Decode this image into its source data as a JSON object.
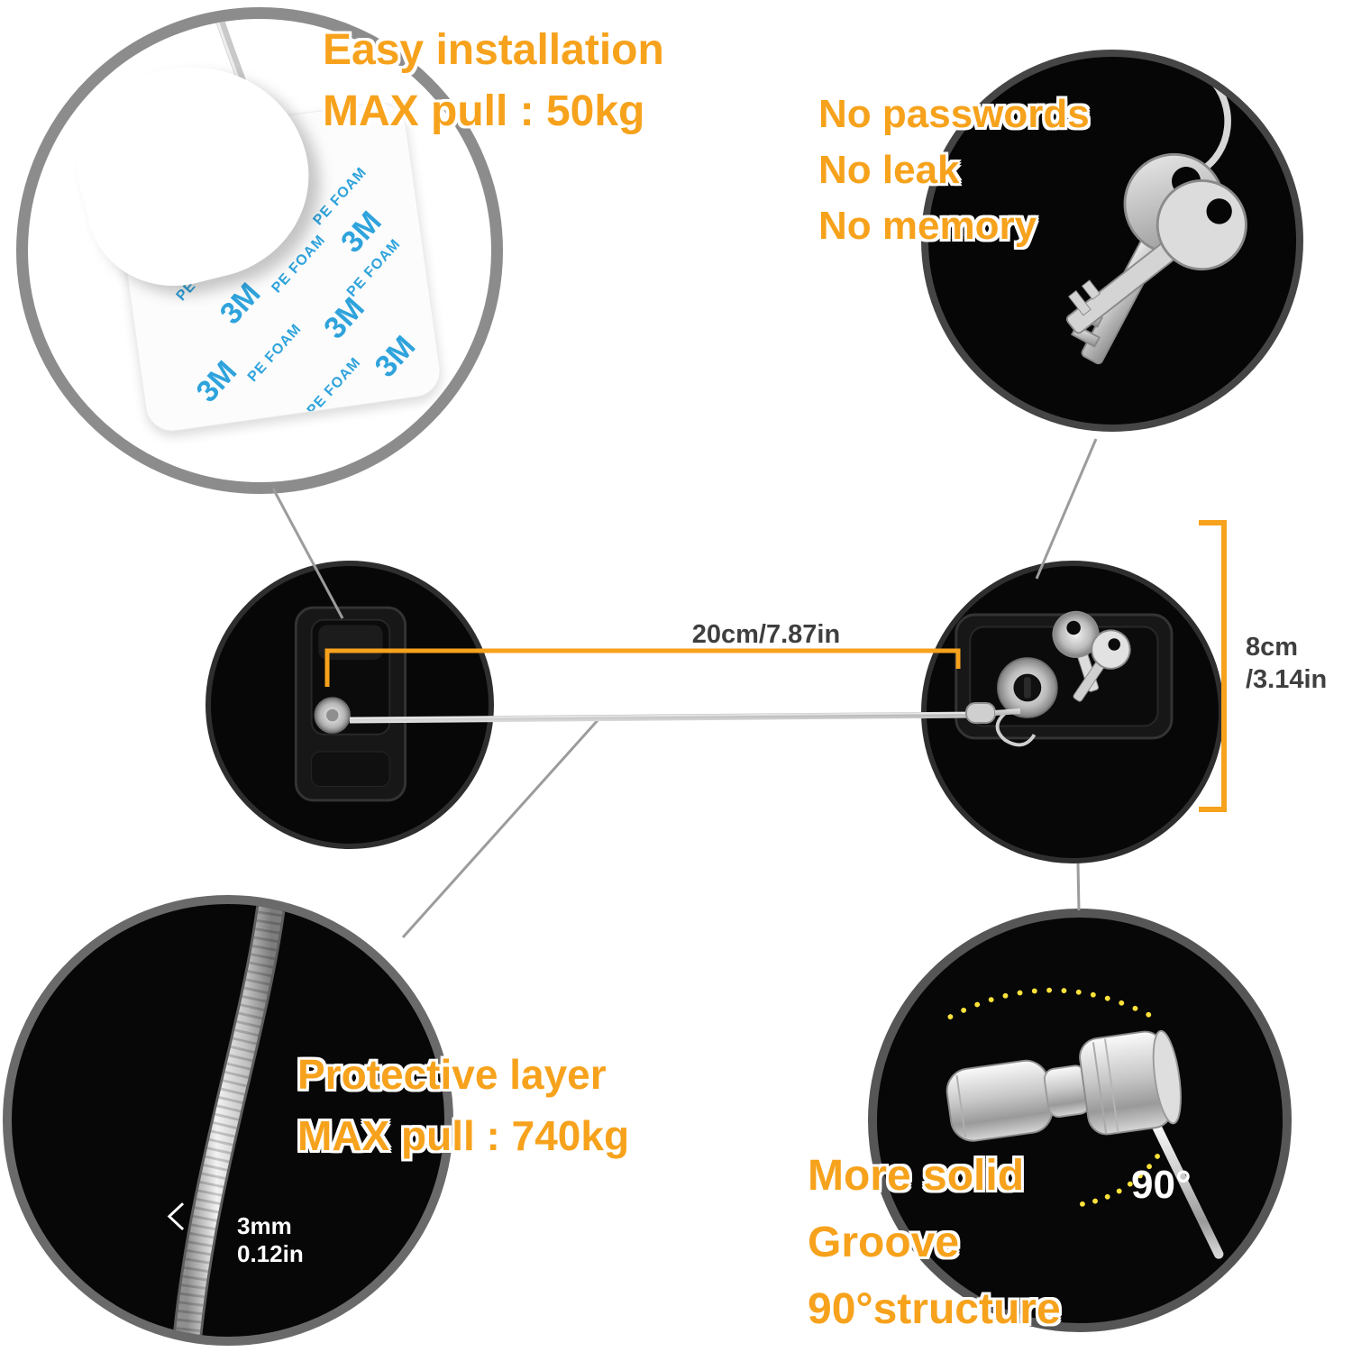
{
  "features": {
    "installation": {
      "line1": "Easy installation",
      "line2": "MAX pull : 50kg"
    },
    "security": {
      "line1": "No passwords",
      "line2": "No leak",
      "line3": "No memory"
    },
    "protective": {
      "line1": "Protective layer",
      "line2": "MAX pull : 740kg"
    },
    "structure": {
      "line1": "More solid",
      "line2": "Groove",
      "line3": "90°structure"
    }
  },
  "dimensions": {
    "cable_length": "20cm/7.87in",
    "lock_height": "8cm",
    "lock_height_inches": "/3.14in",
    "cable_diameter": "3mm",
    "cable_diameter_inches": "0.12in",
    "swivel_angle": "90°"
  },
  "adhesive": {
    "brand": "3M",
    "material": "PE FOAM"
  },
  "colors": {
    "accent_orange": "#F7A21C",
    "dimension_text": "#3F3F3F",
    "adhesive_text_blue": "#2FA3DC",
    "circle_black": "#070707",
    "ring_gray": "#8C8C8C",
    "cable_silver": "#C9C9C9",
    "dotted_yellow": "#FFE23A"
  }
}
